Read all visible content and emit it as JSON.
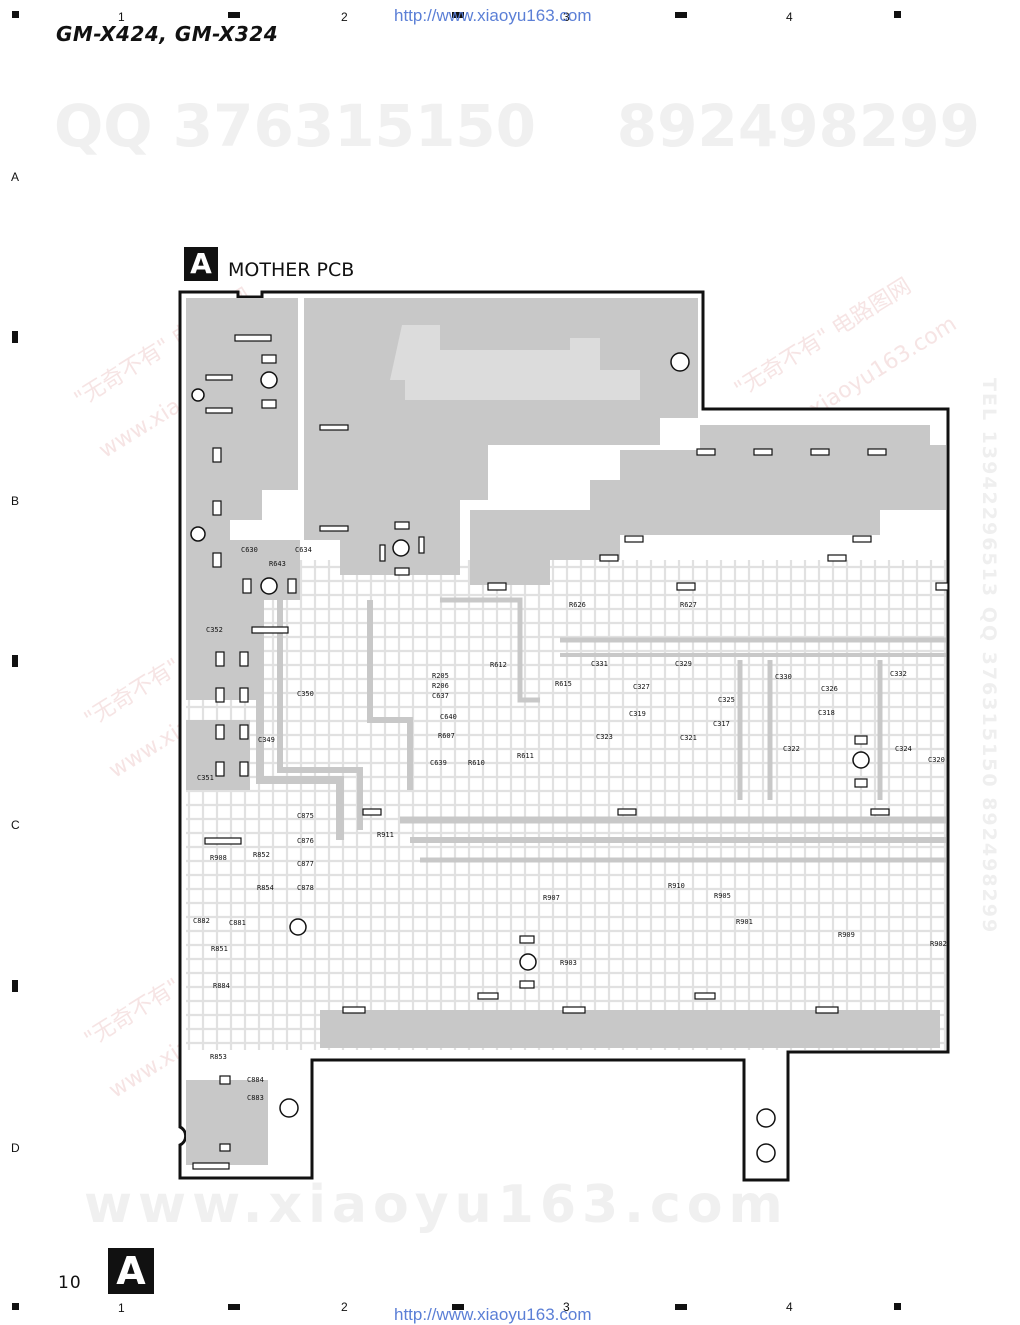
{
  "header": {
    "model": "GM-X424, GM-X324",
    "url": "http://www.xiaoyu163.com"
  },
  "grid": {
    "columns": [
      "1",
      "2",
      "3",
      "4"
    ],
    "rows": [
      "A",
      "B",
      "C",
      "D"
    ]
  },
  "watermarks": {
    "qq_line": "QQ 376315150    892498299",
    "bottom_url": "www.xiaoyu163.com",
    "side_text": "TEL 13942296513 QQ 376315150 892498299",
    "diag_cn": "\"无奇不有\" 电路图网",
    "diag_url": "www.xiaoyu163.com"
  },
  "section": {
    "letter": "A",
    "title": "MOTHER PCB"
  },
  "footer": {
    "page_number": "10",
    "letter": "A"
  },
  "pcb": {
    "fill_color": "#c8c8c8",
    "outline_color": "#111111",
    "labels": [
      "C630",
      "C634",
      "R643",
      "C352",
      "C350",
      "C349",
      "C351",
      "R205",
      "R206",
      "C637",
      "C640",
      "R607",
      "C639",
      "R610",
      "R612",
      "R611",
      "R615",
      "R626",
      "R627",
      "C331",
      "C329",
      "C327",
      "C319",
      "C323",
      "C321",
      "C325",
      "C317",
      "C330",
      "C326",
      "C318",
      "C322",
      "C332",
      "C324",
      "C320",
      "R611",
      "R911",
      "R908",
      "R852",
      "R854",
      "C875",
      "C876",
      "C877",
      "C878",
      "C882",
      "C881",
      "R851",
      "R884",
      "R853",
      "C884",
      "C883",
      "R907",
      "R903",
      "R910",
      "R905",
      "R901",
      "R909",
      "R902"
    ]
  }
}
